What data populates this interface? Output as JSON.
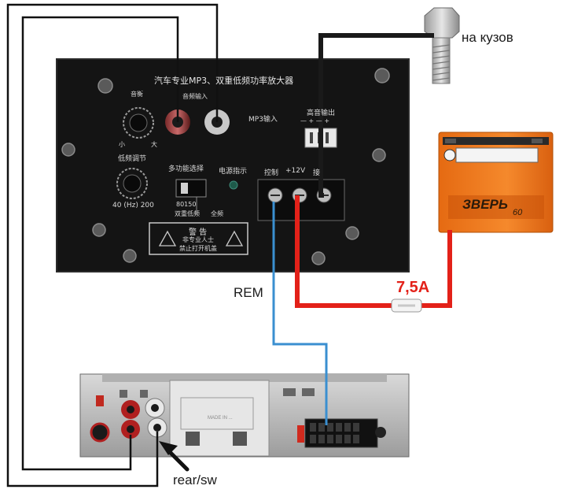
{
  "labels": {
    "ground": "на кузов",
    "rem": "REM",
    "fuse": "7,5A",
    "rear_sw": "rear/sw"
  },
  "amplifier": {
    "title": "汽车专业MP3、双重低频功率放大器",
    "balance": "音衡",
    "balance_small": "小",
    "balance_large": "大",
    "audio_input": "音频输入",
    "mp3_input": "MP3输入",
    "high_output": "高音输出",
    "high_output_polarity": "— + — +",
    "bass_adjust": "低频调节",
    "bass_range": "40 (Hz) 200",
    "multi_select": "多功能选择",
    "switch_marks": "80150",
    "dual_bass": "双重低频",
    "full_range": "全频",
    "power_indicator": "电源指示",
    "control": "控制",
    "plus12v": "+12V",
    "ground_terminal": "接",
    "warning_title": "警 告",
    "warning_line1": "非专业人士",
    "warning_line2": "禁止打开机盖"
  },
  "battery": {
    "brand": "ЗВЕРЬ",
    "capacity": "60"
  },
  "head_unit": {
    "plate_text": "MADE IN ..."
  },
  "colors": {
    "black_wire": "#111111",
    "red_wire": "#e32119",
    "blue_wire": "#3a8fd0",
    "battery": "#f07b1f",
    "panel": "#141414"
  }
}
